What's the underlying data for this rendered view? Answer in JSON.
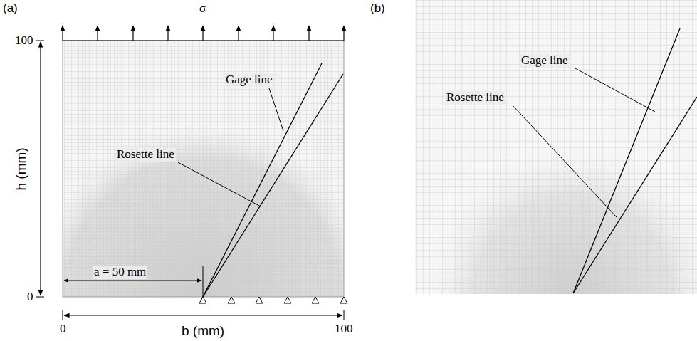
{
  "diagram": {
    "labels": [
      "(a)",
      "(b)",
      "σ",
      "100",
      "0",
      "h (mm)",
      "Gage line",
      "Rosette line",
      "a = 50 mm",
      "0",
      "b (mm)",
      "100",
      "Gage line",
      "Rosette line"
    ]
  }
}
